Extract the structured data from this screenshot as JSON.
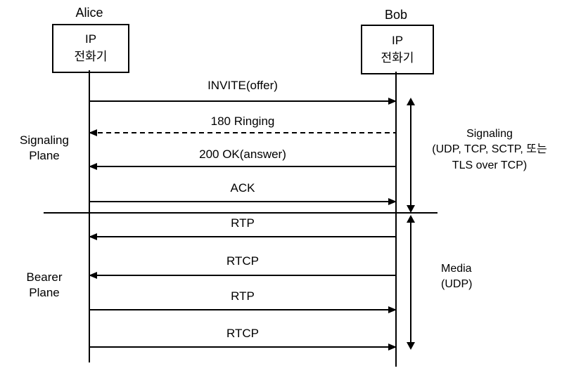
{
  "actors": {
    "alice": {
      "name": "Alice",
      "device_line1": "IP",
      "device_line2": "전화기"
    },
    "bob": {
      "name": "Bob",
      "device_line1": "IP",
      "device_line2": "전화기"
    }
  },
  "messages": [
    {
      "label": "INVITE(offer)",
      "direction": "right",
      "style": "solid"
    },
    {
      "label": "180 Ringing",
      "direction": "left",
      "style": "dashed"
    },
    {
      "label": "200 OK(answer)",
      "direction": "left",
      "style": "solid"
    },
    {
      "label": "ACK",
      "direction": "right",
      "style": "solid"
    },
    {
      "label": "RTP",
      "direction": "left",
      "style": "solid"
    },
    {
      "label": "RTCP",
      "direction": "left",
      "style": "solid"
    },
    {
      "label": "RTP",
      "direction": "right",
      "style": "solid"
    },
    {
      "label": "RTCP",
      "direction": "right",
      "style": "solid"
    }
  ],
  "planes": {
    "signaling": {
      "line1": "Signaling",
      "line2": "Plane"
    },
    "bearer": {
      "line1": "Bearer",
      "line2": "Plane"
    }
  },
  "transports": {
    "signaling": {
      "line1": "Signaling",
      "line2": "(UDP, TCP, SCTP, 또는",
      "line3": "TLS over TCP)"
    },
    "media": {
      "line1": "Media",
      "line2": "(UDP)"
    }
  },
  "colors": {
    "line": "#000000",
    "background": "#ffffff"
  }
}
